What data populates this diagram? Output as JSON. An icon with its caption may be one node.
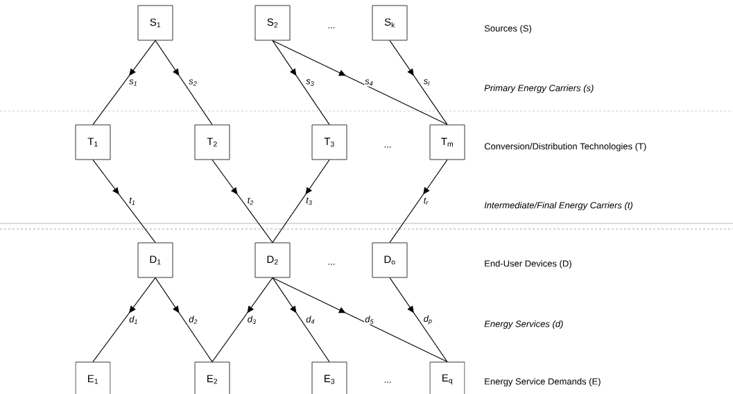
{
  "diagram": {
    "nodes": [
      {
        "text": [
          "S$_{1}$"
        ]
      },
      {
        "text": [
          "S$_{2}$"
        ]
      },
      {
        "text": [
          "S$_{k}$"
        ]
      },
      {
        "text": [
          "T$_{1}$"
        ]
      },
      {
        "text": [
          "T$_{2}$"
        ]
      },
      {
        "text": [
          "T$_{3}$"
        ]
      },
      {
        "text": [
          "T$_{m}$"
        ]
      },
      {
        "text": [
          "D$_{1}$"
        ]
      },
      {
        "text": [
          "D$_{2}$"
        ]
      },
      {
        "text": [
          "D$_{o}$"
        ]
      },
      {
        "text": [
          "E$_{1}$"
        ]
      },
      {
        "text": [
          "E$_{2}$"
        ]
      },
      {
        "text": [
          "E$_{3}$"
        ]
      },
      {
        "text": [
          "E$_{q}$"
        ]
      }
    ],
    "edges": [
      {
        "from": 0,
        "to": 3,
        "arrow": "to",
        "label": "s$_{1}$"
      },
      {
        "from": 0,
        "to": 4,
        "arrow": "to",
        "label": "s$_{2}$"
      },
      {
        "from": 1,
        "to": 5,
        "arrow": "to",
        "label": "s$_{3}$"
      },
      {
        "from": 1,
        "to": 6,
        "arrow": "to",
        "label": "s$_{4}$"
      },
      {
        "from": 2,
        "to": 6,
        "arrow": "to",
        "label": "s$_{l}$"
      },
      {
        "from": 3,
        "to": 7,
        "arrow": "to",
        "label": "t$_{1}$"
      },
      {
        "from": 4,
        "to": 8,
        "arrow": "to",
        "label": "t$_{2}$"
      },
      {
        "from": 5,
        "to": 8,
        "arrow": "to",
        "label": "t$_{3}$"
      },
      {
        "from": 6,
        "to": 9,
        "arrow": "to",
        "label": "t$_{r}$"
      },
      {
        "from": 7,
        "to": 10,
        "arrow": "to",
        "label": "d$_{1}$"
      },
      {
        "from": 7,
        "to": 11,
        "arrow": "to",
        "label": "d$_{2}$"
      },
      {
        "from": 8,
        "to": 11,
        "arrow": "to",
        "label": "d$_{3}$"
      },
      {
        "from": 8,
        "to": 12,
        "arrow": "to",
        "label": "d$_{4}$"
      },
      {
        "from": 8,
        "to": 13,
        "arrow": "to",
        "label": "d$_{5}$"
      },
      {
        "from": 9,
        "to": 13,
        "arrow": "to",
        "label": "d$_{p}$"
      }
    ],
    "labels": [
      "...",
      "Sources (S)",
      "Primary Energy Carriers (s)",
      "...",
      "Conversion/Distribution Technologies (T)",
      "Intermediate/Final Energy Carriers (t)",
      "...",
      "End-User Devices (D)",
      "Energy Services (d)",
      "...",
      "Energy Service Demands (E)"
    ]
  }
}
